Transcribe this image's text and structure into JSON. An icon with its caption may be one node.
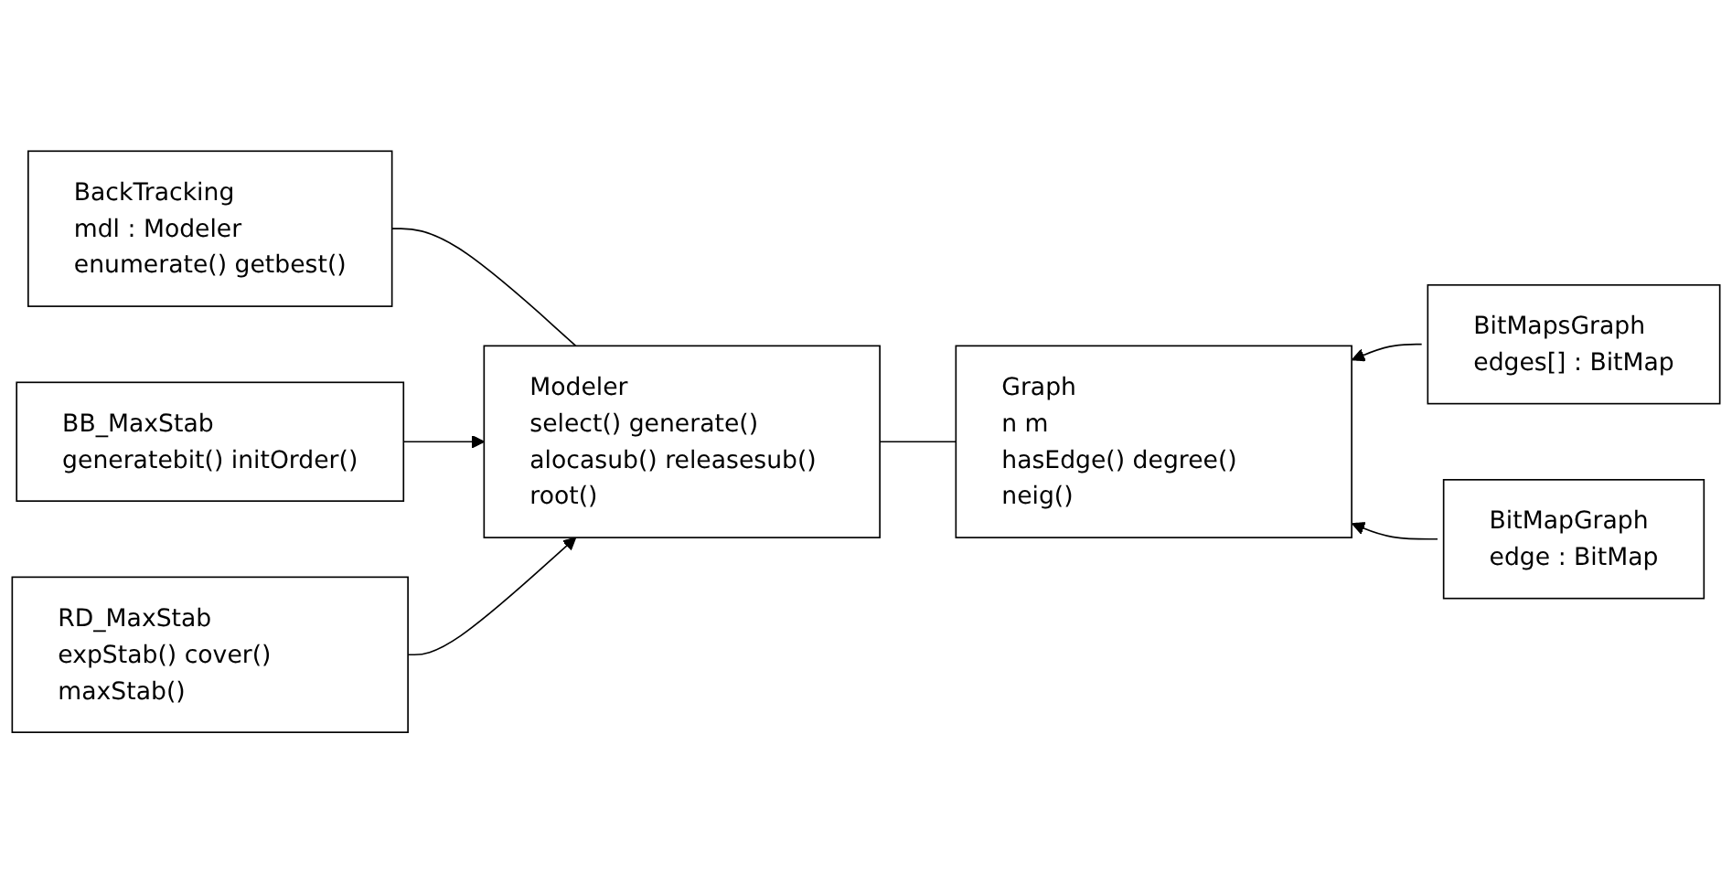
{
  "diagram": {
    "nodes": [
      {
        "text": [
          "BackTracking",
          "mdl : Modeler",
          "enumerate() getbest()"
        ]
      },
      {
        "text": [
          "BB_MaxStab",
          "generatebit() initOrder()"
        ]
      },
      {
        "text": [
          "Modeler",
          "select() generate() alocasub() releasesub() root()"
        ]
      },
      {
        "text": [
          "Graph",
          "n m",
          "hasEdge() degree() neig()"
        ]
      },
      {
        "text": [
          "BitMapsGraph",
          "edges[] : BitMap"
        ]
      },
      {
        "text": [
          "RD_MaxStab",
          "expStab() cover() maxStab()"
        ]
      },
      {
        "text": [
          "BitMapGraph",
          "edge : BitMap"
        ]
      }
    ],
    "edges": [
      {
        "from": 0,
        "to": 2,
        "arrow": "none"
      },
      {
        "from": 1,
        "to": 2,
        "arrow": "to"
      },
      {
        "from": 5,
        "to": 2,
        "arrow": "to"
      },
      {
        "from": 2,
        "to": 3,
        "arrow": "none"
      },
      {
        "from": 4,
        "to": 3,
        "arrow": "to"
      },
      {
        "from": 6,
        "to": 3,
        "arrow": "to"
      }
    ]
  }
}
